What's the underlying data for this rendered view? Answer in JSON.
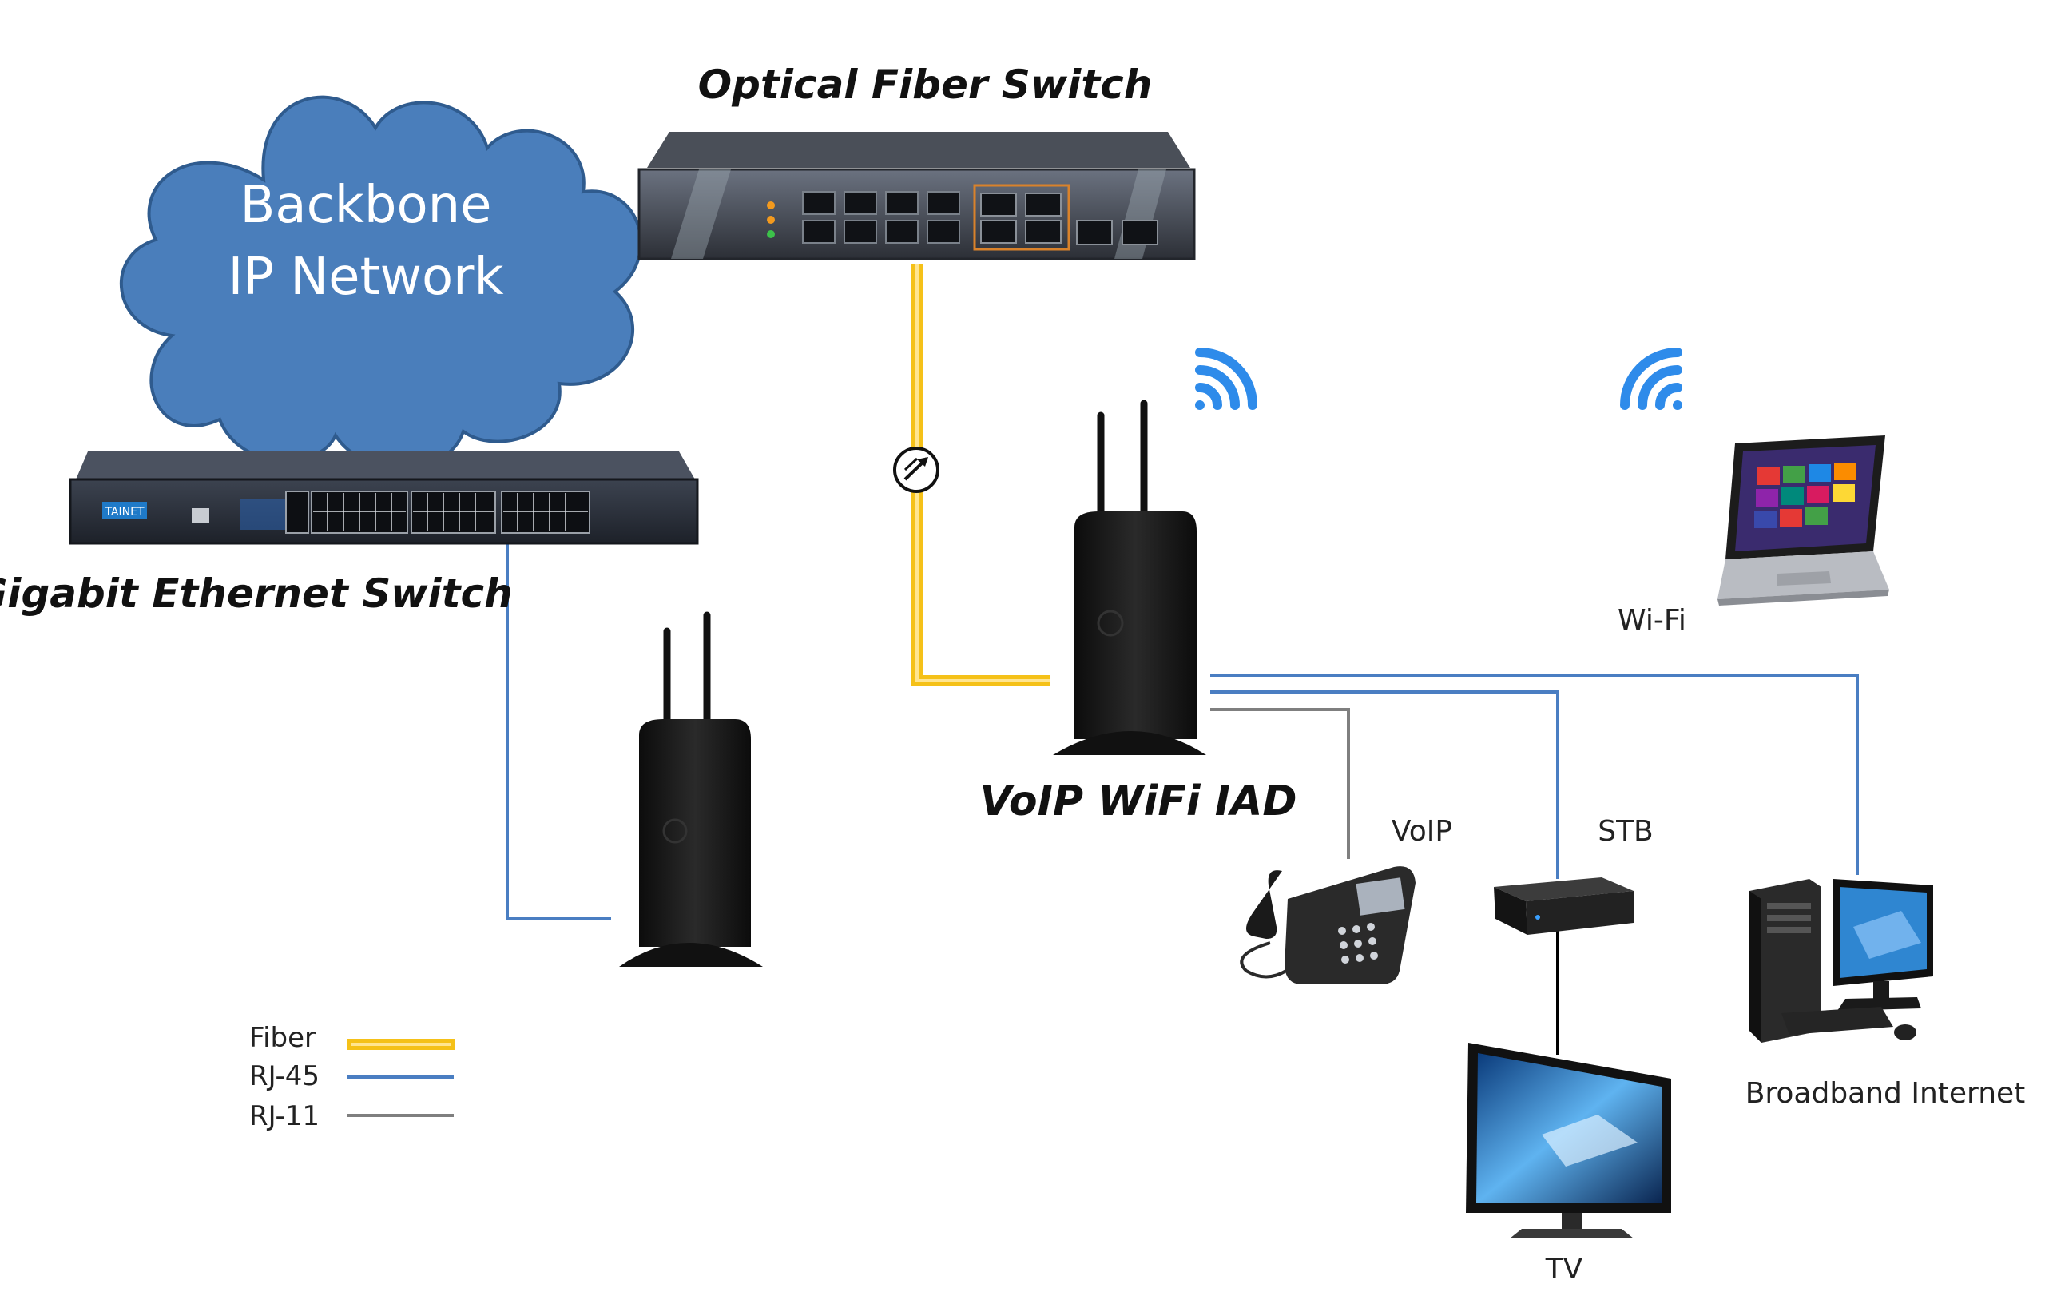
{
  "cloud": {
    "line1": "Backbone",
    "line2": "IP Network"
  },
  "devices": {
    "optical_switch": "Optical Fiber Switch",
    "gigabit_switch": "Gigabit Ethernet  Switch",
    "iad": "VoIP WiFi IAD",
    "wifi": "Wi-Fi",
    "voip": "VoIP",
    "stb": "STB",
    "tv": "TV",
    "broadband": "Broadband Internet",
    "gigabit_switch_brand": "TAINET"
  },
  "legend": {
    "fiber": "Fiber",
    "rj45": "RJ-45",
    "rj11": "RJ-11"
  },
  "colors": {
    "fiber": "#F5C118",
    "rj45": "#4A7EC2",
    "rj11": "#7F7F7F",
    "cloud": "#4A7EBB",
    "wifi_icon": "#2E8BEA"
  }
}
